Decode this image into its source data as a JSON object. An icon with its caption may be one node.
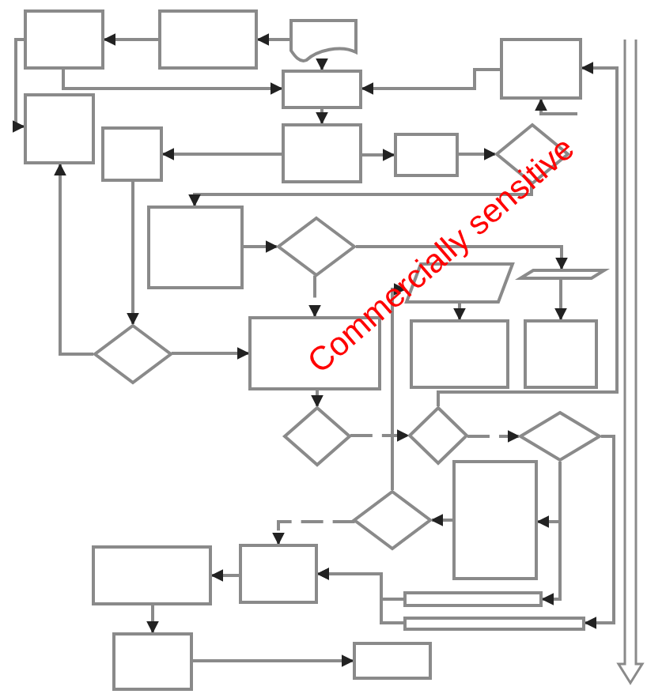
{
  "diagram": {
    "nodes": [
      {
        "text": [],
        "shape": "box"
      },
      {
        "text": [],
        "shape": "box"
      },
      {
        "text": [],
        "shape": "document"
      },
      {
        "text": [],
        "shape": "box"
      },
      {
        "text": [],
        "shape": "box"
      },
      {
        "text": [],
        "shape": "box"
      },
      {
        "text": [],
        "shape": "box"
      },
      {
        "text": [],
        "shape": "box"
      },
      {
        "text": [],
        "shape": "box"
      },
      {
        "text": [],
        "shape": "diamond"
      },
      {
        "text": [],
        "shape": "box"
      },
      {
        "text": [],
        "shape": "diamond"
      },
      {
        "text": [],
        "shape": "parallelogram"
      },
      {
        "text": [],
        "shape": "parallelogram"
      },
      {
        "text": [],
        "shape": "diamond"
      },
      {
        "text": [],
        "shape": "box"
      },
      {
        "text": [],
        "shape": "box"
      },
      {
        "text": [],
        "shape": "box"
      },
      {
        "text": [],
        "shape": "diamond"
      },
      {
        "text": [],
        "shape": "diamond"
      },
      {
        "text": [],
        "shape": "diamond"
      },
      {
        "text": [],
        "shape": "diamond"
      },
      {
        "text": [],
        "shape": "box"
      },
      {
        "text": [],
        "shape": "box"
      },
      {
        "text": [],
        "shape": "box"
      },
      {
        "text": [],
        "shape": "bar"
      },
      {
        "text": [],
        "shape": "bar"
      },
      {
        "text": [],
        "shape": "box"
      },
      {
        "text": [],
        "shape": "box"
      }
    ],
    "edges": [
      {
        "from": 1,
        "to": 0,
        "arrow": "to"
      },
      {
        "from": 2,
        "to": 1,
        "arrow": "to"
      },
      {
        "from": 2,
        "to": 3,
        "arrow": "to"
      },
      {
        "from": 0,
        "to": 3,
        "arrow": "to"
      },
      {
        "from": 0,
        "to": 5,
        "arrow": "to"
      },
      {
        "from": 3,
        "to": 7,
        "arrow": "to"
      },
      {
        "from": 4,
        "to": 3,
        "arrow": "to"
      },
      {
        "from": 19,
        "to": 4,
        "arrow": "to"
      },
      {
        "from": null,
        "to": 4,
        "arrow": "to"
      },
      {
        "from": 7,
        "to": 6,
        "arrow": "to"
      },
      {
        "from": 7,
        "to": 8,
        "arrow": "to"
      },
      {
        "from": 8,
        "to": 9,
        "arrow": "to"
      },
      {
        "from": 9,
        "to": 10,
        "arrow": "to"
      },
      {
        "from": 10,
        "to": 11,
        "arrow": "to"
      },
      {
        "from": 11,
        "to": 15,
        "arrow": "to",
        "style": "dashed"
      },
      {
        "from": 11,
        "to": 13,
        "arrow": "to"
      },
      {
        "from": 12,
        "to": 16,
        "arrow": "to"
      },
      {
        "from": 13,
        "to": 17,
        "arrow": "to"
      },
      {
        "from": 6,
        "to": 14,
        "arrow": "to"
      },
      {
        "from": 14,
        "to": 5,
        "arrow": "to"
      },
      {
        "from": 14,
        "to": 15,
        "arrow": "to"
      },
      {
        "from": 15,
        "to": 18,
        "arrow": "to"
      },
      {
        "from": 18,
        "to": 19,
        "arrow": "to",
        "style": "dashed"
      },
      {
        "from": 19,
        "to": 20,
        "arrow": "to",
        "style": "dashed"
      },
      {
        "from": 20,
        "to": 25,
        "arrow": "to"
      },
      {
        "from": 20,
        "to": 22,
        "arrow": "to"
      },
      {
        "from": 20,
        "to": 26,
        "arrow": "to"
      },
      {
        "from": 22,
        "to": 21,
        "arrow": "to"
      },
      {
        "from": 21,
        "to": 24,
        "arrow": "to",
        "style": "dashed"
      },
      {
        "from": 25,
        "to": 24,
        "arrow": "to"
      },
      {
        "from": 26,
        "to": 24,
        "arrow": "to"
      },
      {
        "from": 24,
        "to": 23,
        "arrow": "to"
      },
      {
        "from": 23,
        "to": 27,
        "arrow": "to"
      },
      {
        "from": 27,
        "to": 28,
        "arrow": "to"
      },
      {
        "from": 21,
        "to": 12,
        "arrow": "to"
      }
    ],
    "labels": [
      "Commercially sensitive"
    ]
  }
}
